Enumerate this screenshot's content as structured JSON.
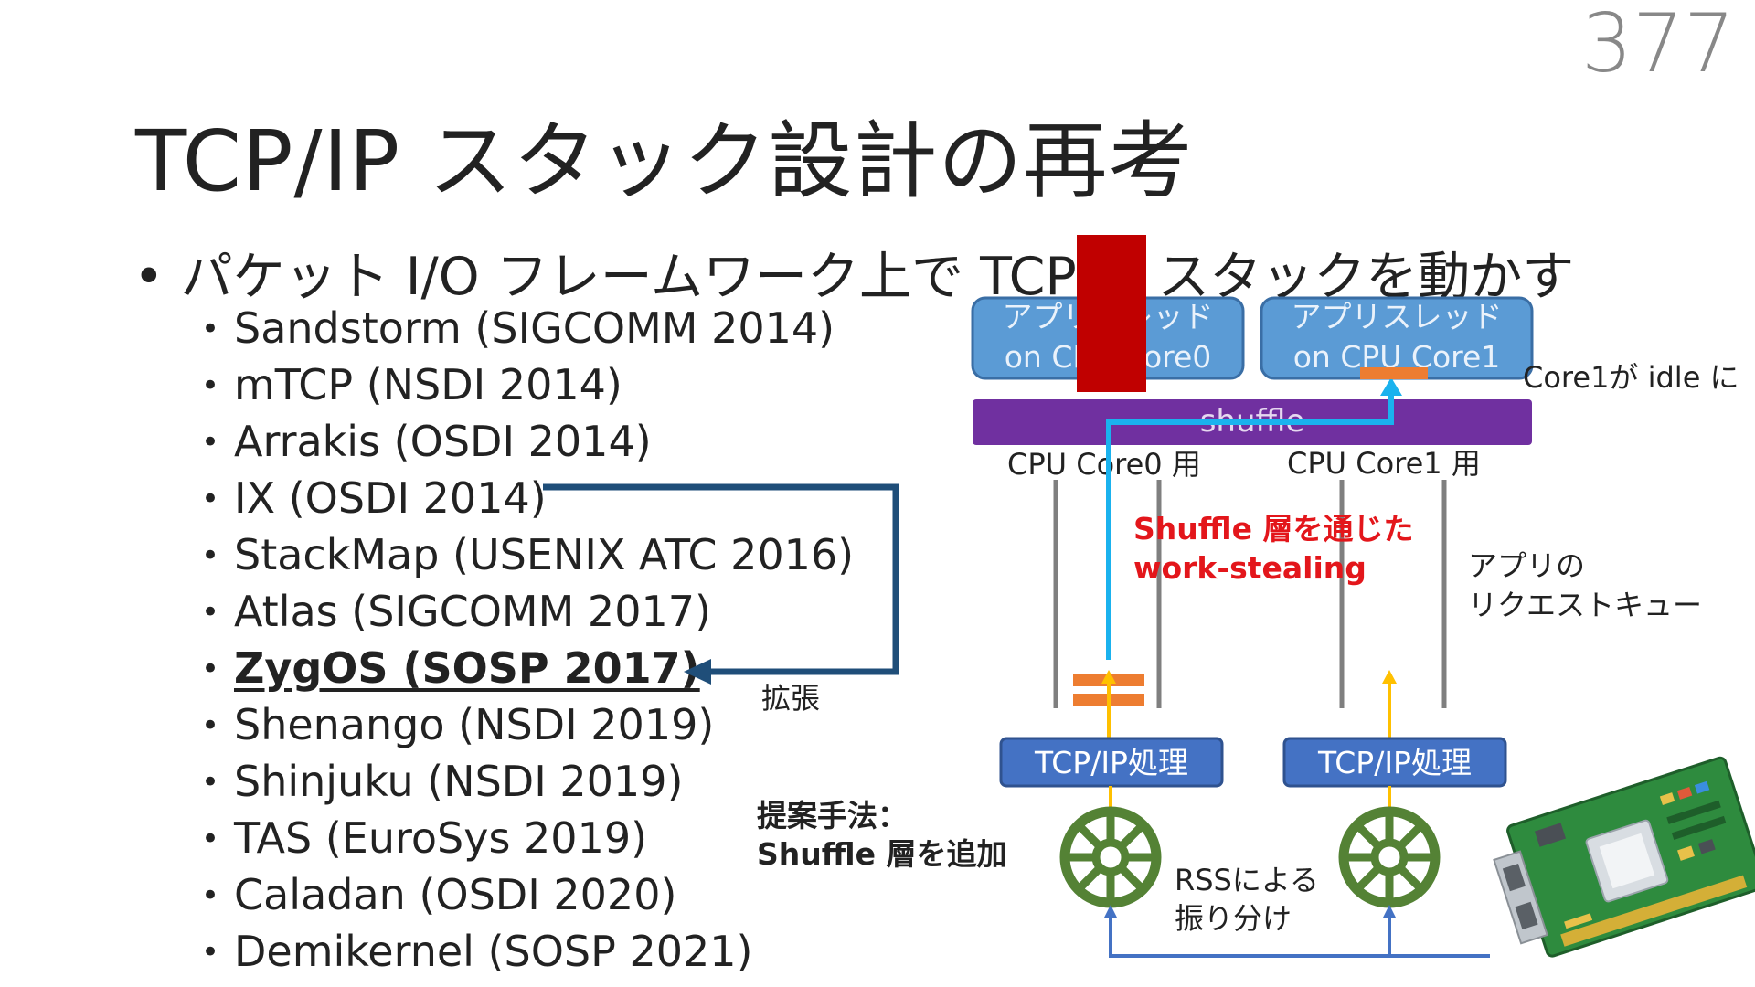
{
  "page_number": "377",
  "title": "TCP/IP スタック設計の再考",
  "main_bullet": "パケット I/O フレームワーク上で TCP/IP スタックを動かす",
  "papers": [
    {
      "text": "Sandstorm (SIGCOMM 2014)",
      "highlight": false
    },
    {
      "text": "mTCP (NSDI 2014)",
      "highlight": false
    },
    {
      "text": "Arrakis (OSDI 2014)",
      "highlight": false
    },
    {
      "text": "IX (OSDI 2014)",
      "highlight": false
    },
    {
      "text": "StackMap (USENIX ATC 2016)",
      "highlight": false
    },
    {
      "text": "Atlas (SIGCOMM 2017)",
      "highlight": false
    },
    {
      "text": "ZygOS (SOSP 2017)",
      "highlight": true
    },
    {
      "text": "Shenango (NSDI 2019)",
      "highlight": false
    },
    {
      "text": "Shinjuku (NSDI 2019)",
      "highlight": false
    },
    {
      "text": "TAS (EuroSys 2019)",
      "highlight": false
    },
    {
      "text": "Caladan (OSDI 2020)",
      "highlight": false
    },
    {
      "text": "Demikernel (SOSP 2021)",
      "highlight": false
    }
  ],
  "diagram": {
    "extend_label": "拡張",
    "app_thread_0": {
      "line1": "アプリスレッド",
      "line2": "on CPU Core0"
    },
    "app_thread_1": {
      "line1": "アプリスレッド",
      "line2": "on CPU Core1"
    },
    "core1_idle": "Core1が idle に",
    "shuffle_label": "shuffle",
    "core0_label": "CPU Core0 用",
    "core1_label": "CPU Core1 用",
    "work_stealing_line1": "Shuffle 層を通じた",
    "work_stealing_line2": "work-stealing",
    "request_queue_line1": "アプリの",
    "request_queue_line2": "リクエストキュー",
    "tcpip_0": "TCP/IP処理",
    "tcpip_1": "TCP/IP処理",
    "proposal_line1": "提案手法：",
    "proposal_line2": "Shuffle 層を追加",
    "rss_line1": "RSSによる",
    "rss_line2": "振り分け"
  },
  "colors": {
    "app_box_fill": "#5B9BD5",
    "app_box_stroke": "#3A6EA5",
    "shuffle_fill": "#7030A0",
    "tcpip_fill": "#4472C4",
    "tcpip_stroke": "#2F528F",
    "rss_wheel": "#548235",
    "steal_arrow": "#1AB2EE",
    "packet_orange": "#ED7D31",
    "yellow_arrow": "#FFC000",
    "blue_line": "#4472C4",
    "extend_arrow": "#1F4E79",
    "emphasis_red": "#E3161B",
    "occluder_red": "#C00000",
    "queue_gray": "#7F7F7F"
  }
}
